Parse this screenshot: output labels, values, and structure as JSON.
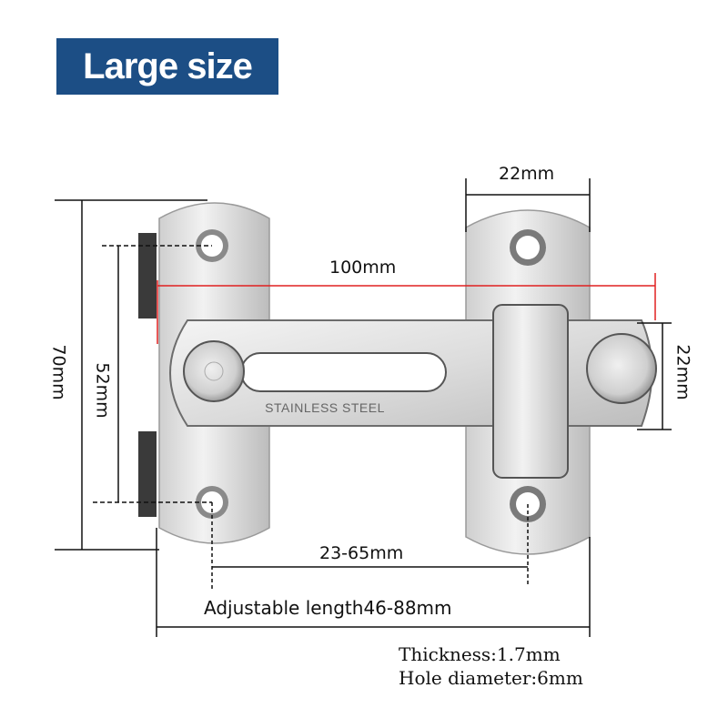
{
  "banner": {
    "title": "Large size",
    "background": "#1c4e85",
    "text_color": "#ffffff"
  },
  "product": {
    "engraving": "STAINLESS STEEL"
  },
  "dimensions": {
    "total_height": "70mm",
    "hole_spacing": "52mm",
    "plate_width": "22mm",
    "bar_width": "22mm",
    "total_length": "100mm",
    "hole_adjust_range": "23-65mm",
    "adjustable_length": "Adjustable length46-88mm"
  },
  "specs": {
    "thickness": "Thickness:1.7mm",
    "hole_diameter": "Hole diameter:6mm"
  },
  "colors": {
    "dimension_line": "#111111",
    "red_line": "#e02020",
    "steel": "#d9d9d9"
  }
}
